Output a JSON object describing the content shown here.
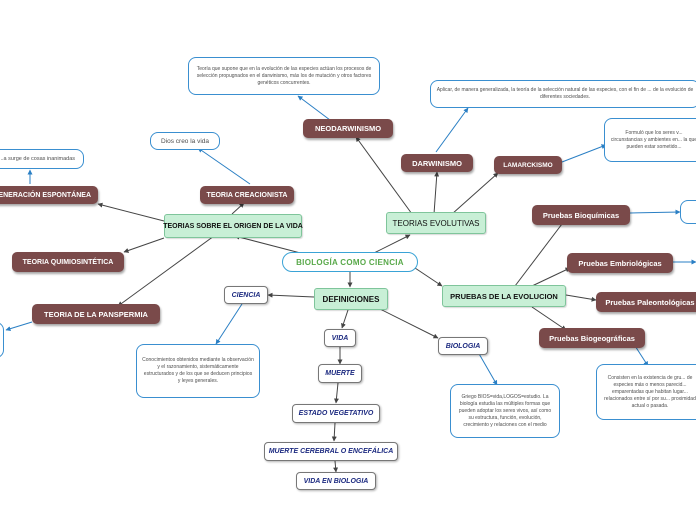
{
  "central": "BIOLOGÍA COMO CIENCIA",
  "branches": {
    "origen": "TEORIAS SOBRE EL ORIGEN DE LA VIDA",
    "evolutivas": "TEORIAS EVOLUTIVAS",
    "definiciones": "DEFINICIONES",
    "pruebas": "PRUEBAS DE LA EVOLUCION"
  },
  "origen_children": {
    "creacionista": "TEORIA CREACIONISTA",
    "espontanea": "GENERACIÓN ESPONTÁNEA",
    "quimiosintetica": "TEORIA QUIMIOSINTÉTICA",
    "panspermia": "TEORIA DE LA PANSPERMIA"
  },
  "evolutivas_children": {
    "neodarwinismo": "NEODARWINISMO",
    "darwinismo": "DARWINISMO",
    "lamarckismo": "LAMARCKISMO"
  },
  "pruebas_children": {
    "bioquimicas": "Pruebas Bioquímicas",
    "embriologicas": "Pruebas Embriológicas",
    "paleontologicas": "Pruebas Paleontológicas",
    "biogeograficas": "Pruebas Biogeográficas"
  },
  "definiciones_children": {
    "ciencia": "CIENCIA",
    "vida": "VIDA",
    "muerte": "MUERTE",
    "vegetativo": "ESTADO VEGETATIVO",
    "cerebral": "MUERTE CEREBRAL O ENCEFÁLICA",
    "vida_biologia": "VIDA EN BIOLOGIA",
    "biologia": "BIOLOGIA"
  },
  "notes": {
    "creacionista": "Dios creo la vida",
    "espontanea": "...a surge de cosas inanimadas",
    "neodarwinismo": "Teoría que supone que en la evolución de las especies actúan los procesos de selección propugnados en el darwinismo, más los de mutación y otros factores genéticos concurrentes.",
    "darwinismo": "Aplicar, de manera generalizada, la teoría de la selección natural de las especies, con el fin de ... de la evolución de diferentes sociedades.",
    "lamarckismo": "Formuló que los seres v... circunstancias y ambientes en... la que pueden estar sometido...",
    "ciencia": "Conocimientos obtenidos mediante la observación y el razonamiento, sistemáticamente estructurados y de los que se deducen principios y leyes generales.",
    "biologia": "Griego BIOS=vida,LOGOS=estudio. La biología estudia las múltiples formas que pueden adoptar los seres vivos, así como su estructura, función, evolución, crecimiento y relaciones con el medio",
    "biogeograficas": "Consisten en la existencia de gru... de especies más o menos parecid... emparentadas que habitan lugar... relacionados entre sí por su... proximidad actual o pasada."
  },
  "colors": {
    "central_border": "#3aa3d6",
    "central_text": "#59a94a",
    "green_fill": "#c8efd6",
    "maroon_fill": "#7a4a4a",
    "note_border": "#3a8fd0",
    "connector": "#444444",
    "note_connector": "#2a7fc4"
  }
}
